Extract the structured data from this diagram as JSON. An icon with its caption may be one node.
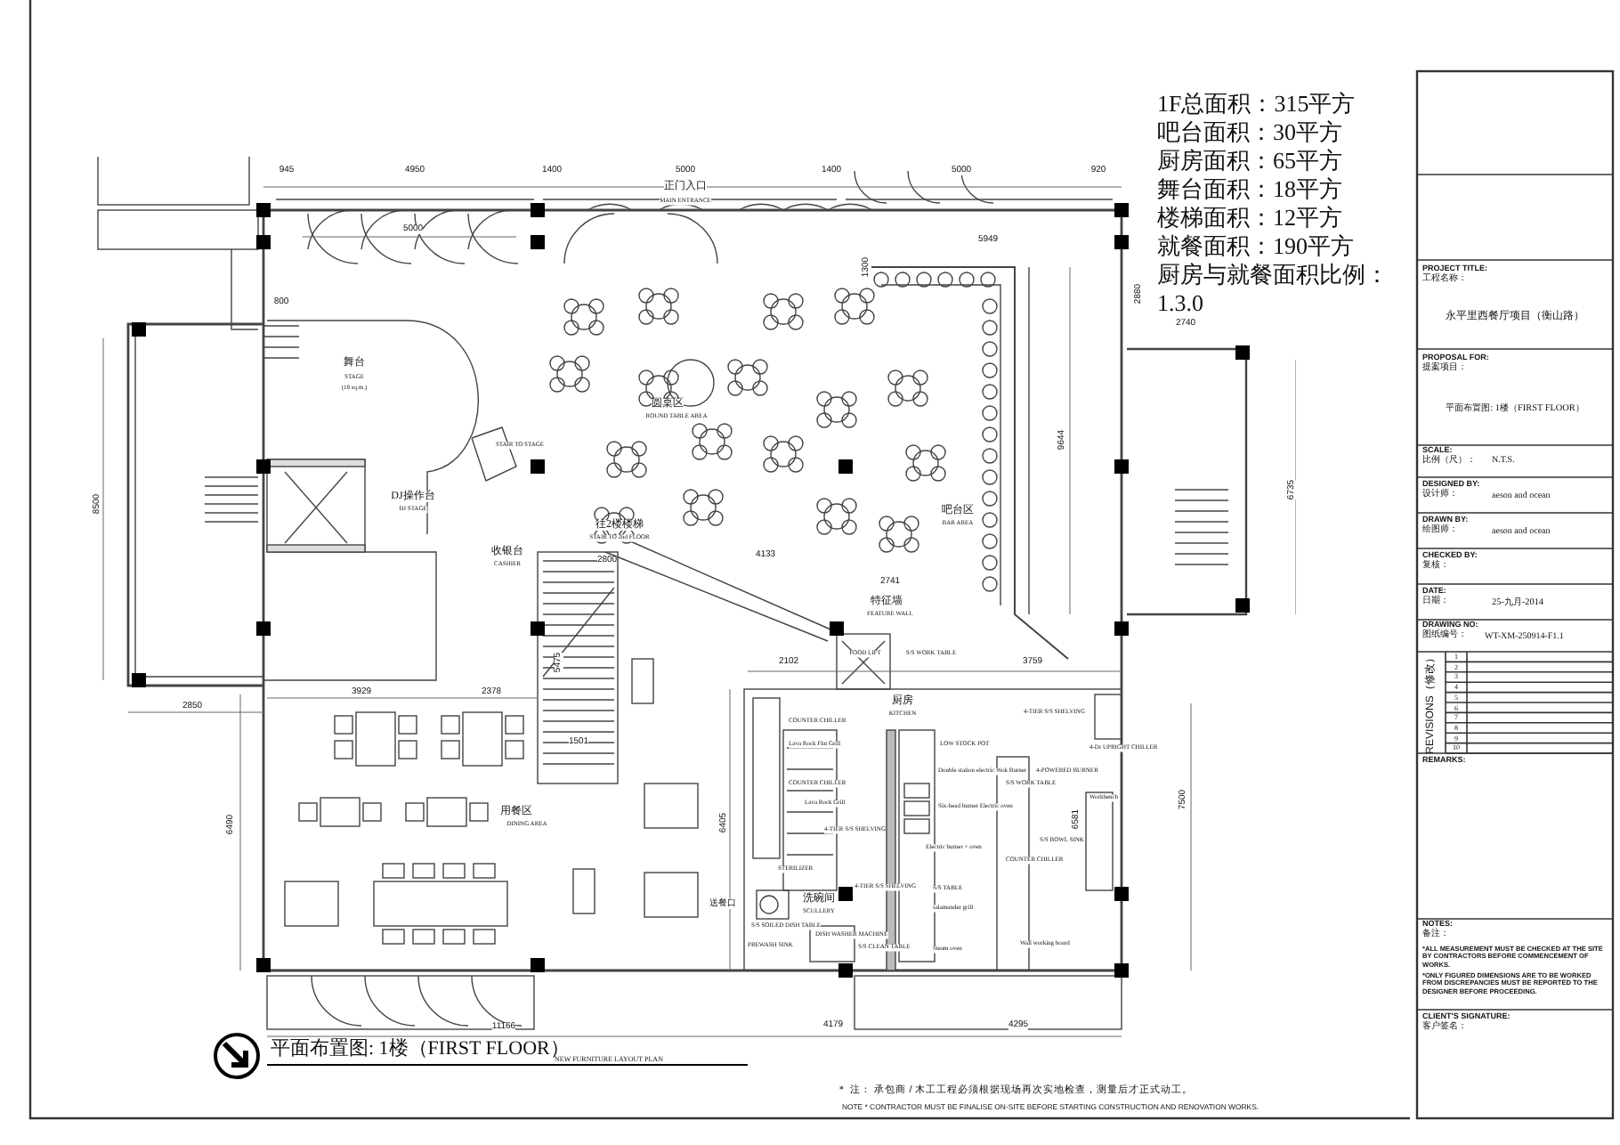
{
  "diagram": {
    "title": "平面布置图: 1楼（FIRST FLOOR）",
    "labels": [
      "1F总面积：315平方",
      "吧台面积：30平方",
      "厨房面积：65平方",
      "舞台面积：18平方",
      "楼梯面积：12平方",
      "就餐面积：190平方",
      "厨房与就餐面积比例：",
      "1.3.0",
      "945",
      "4950",
      "1400",
      "5000",
      "1400",
      "5000",
      "920",
      "5000",
      "800",
      "5949",
      "1300",
      "2880",
      "2740",
      "9644",
      "6735",
      "8500",
      "2800",
      "4133",
      "2741",
      "2102",
      "3759",
      "3929",
      "2378",
      "5475",
      "1501",
      "2850",
      "6490",
      "6405",
      "6581",
      "7500",
      "11166",
      "4179",
      "4295",
      "正门入口",
      "MAIN ENTRANCE",
      "舞台",
      "STAGE",
      "(18 sq.m.)",
      "DJ操作台",
      "DJ STAGE",
      "STAIR TO STAGE",
      "圆桌区",
      "ROUND TABLE AREA",
      "往2楼楼梯",
      "STAIR TO 2nd FLOOR",
      "收银台",
      "CASHIER",
      "吧台区",
      "BAR AREA",
      "特征墙",
      "FEATURE WALL",
      "FOOD LIFT",
      "S/S WORK TABLE",
      "厨房",
      "KITCHEN",
      "用餐区",
      "DINING AREA",
      "COUNTER CHILLER",
      "Lava Rock Flat Grill",
      "COUNTER CHILLER",
      "Lava Rock Grill",
      "4-TIER S/S SHELVING",
      "STERILIZER",
      "洗碗间",
      "SCULLERY",
      "送餐口",
      "S/S SOILED DISH TABLE",
      "PREWASH SINK",
      "DISH WASHER MACHINE",
      "S/S CLEAN TABLE",
      "4-TIER S/S SHELVING",
      "LOW STOCK POT",
      "Double station electric Wok Burner",
      "Six-head burner Electric oven",
      "Electric burner + oven",
      "S/S TABLE",
      "salamander grill",
      "Steam oven",
      "S/S WORK TABLE",
      "4-POWERED BURNER",
      "COUNTER CHILLER",
      "S/S BOWL SINK",
      "4-TIER S/S SHELVING",
      "4-Dr UPRIGHT CHILLER",
      "Workbench",
      "Wall working board",
      "NEW FURNITURE LAYOUT PLAN",
      "＊ 注： 承包商 / 木工工程必须根据现场再次实地检查，测量后才正式动工。",
      "NOTE * CONTRACTOR MUST BE FINALISE ON-SITE BEFORE STARTING CONSTRUCTION AND RENOVATION WORKS.",
      "PROJECT TITLE:",
      "工程名称：",
      "永平里西餐厅项目（衡山路）",
      "PROPOSAL FOR:",
      "提案项目：",
      "平面布置图: 1楼（FIRST FLOOR）",
      "SCALE:",
      "比例（尺）：",
      "N.T.S.",
      "DESIGNED BY:",
      "设计师：",
      "aeson and ocean",
      "DRAWN BY:",
      "绘图师：",
      "aeson and ocean",
      "CHECKED BY:",
      "复核：",
      "DATE:",
      "日期：",
      "25-九月-2014",
      "DRAWING NO:",
      "图纸编号：",
      "WT-XM-250914-F1.1",
      "REVISIONS（修改）",
      "1",
      "2",
      "3",
      "4",
      "5",
      "6",
      "7",
      "8",
      "9",
      "10",
      "REMARKS:",
      "NOTES:",
      "备注：",
      "*ALL MEASUREMENT MUST BE CHECKED AT THE SITE BY CONTRACTORS BEFORE COMMENCEMENT OF WORKS.",
      "*ONLY FIGURED DIMENSIONS ARE TO BE WORKED FROM DISCREPANCIES MUST BE REPORTED TO THE DESIGNER BEFORE PROCEEDING.",
      "CLIENT'S SIGNATURE:",
      "客户签名："
    ]
  }
}
